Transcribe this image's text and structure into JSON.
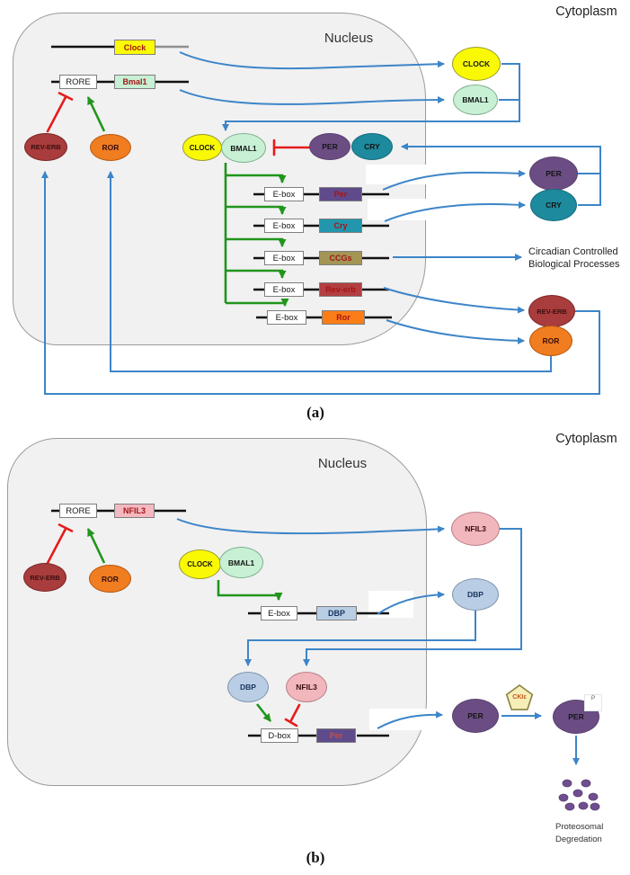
{
  "panel_a": {
    "panel_label": "(a)",
    "cytoplasm_label": "Cytoplasm",
    "nucleus_label": "Nucleus",
    "genes": {
      "clock": "Clock",
      "rore": "RORE",
      "bmal1": "Bmal1"
    },
    "ebox_rows": [
      {
        "ebox": "E-box",
        "gene": "Per"
      },
      {
        "ebox": "E-box",
        "gene": "Cry"
      },
      {
        "ebox": "E-box",
        "gene": "CCGs"
      },
      {
        "ebox": "E-box",
        "gene": "Rev-erb"
      },
      {
        "ebox": "E-box",
        "gene": "Ror"
      }
    ],
    "nucleus_proteins": {
      "clock": "CLOCK",
      "bmal1": "BMAL1",
      "per": "PER",
      "cry": "CRY",
      "reverb": "REV-ERB",
      "ror": "ROR"
    },
    "cytoplasm_proteins": {
      "clock": "CLOCK",
      "bmal1": "BMAL1",
      "per": "PER",
      "cry": "CRY",
      "reverb": "REV-ERB",
      "ror": "ROR"
    },
    "annotation": {
      "line1": "Circadian Controlled",
      "line2": "Biological Processes"
    }
  },
  "panel_b": {
    "panel_label": "(b)",
    "cytoplasm_label": "Cytoplasm",
    "nucleus_label": "Nucleus",
    "genes": {
      "rore": "RORE",
      "nfil3": "NFIL3",
      "ebox": "E-box",
      "dbp": "DBP",
      "dbox": "D-box",
      "per": "Per"
    },
    "nucleus_proteins": {
      "reverb": "REV-ERB",
      "ror": "ROR",
      "clock": "CLOCK",
      "bmal1": "BMAL1",
      "dbp": "DBP",
      "nfil3": "NFIL3"
    },
    "cytoplasm_proteins": {
      "nfil3": "NFIL3",
      "dbp": "DBP",
      "per": "PER",
      "per_phospho": "PER"
    },
    "kinase": "CKIε",
    "phospho_tag": "P",
    "degradation": {
      "line1": "Proteosomal",
      "line2": "Degredation"
    }
  },
  "colors": {
    "transport_arrow_blue": "#3d85c8",
    "activation_green": "#21951c",
    "inhibition_red": "#e51c1c",
    "nucleus_fill": "#f1f1f1",
    "clock_yellow": "#f9f905",
    "bmal1_mint": "#c7f0d4",
    "per_purple": "#6b4d84",
    "cry_teal": "#1d8a9e",
    "reverb_brick": "#a93c3c",
    "ror_orange": "#f07d20",
    "nfil3_pink": "#f2b6bd",
    "dbp_blue": "#b9cde5",
    "ccgs_olive": "#a39655"
  }
}
